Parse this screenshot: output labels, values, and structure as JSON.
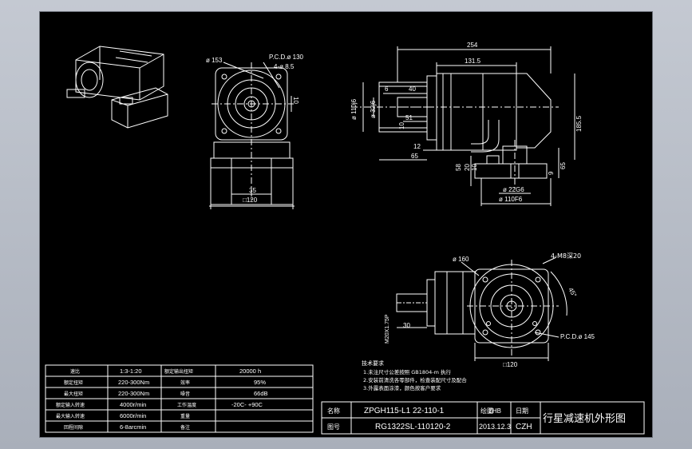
{
  "colors": {
    "background": "#000000",
    "bezel": "#b8bec8",
    "lines": "#ffffff",
    "border": "#8a9099"
  },
  "views": {
    "front": {
      "d153": "ø 153",
      "pcd": "P.C.D.ø 130",
      "holes": "4-ø 8.5",
      "key": "10",
      "d35": "35",
      "sq120": "□120"
    },
    "side": {
      "len254": "254",
      "len131_5": "131.5",
      "d110": "ø 110j6",
      "d32": "ø 32j6",
      "k6": "6",
      "k40": "40",
      "k51": "51",
      "k10": "10",
      "k12": "12",
      "k65": "65",
      "h185": "185.5",
      "h65b": "65",
      "d58": "58",
      "d20": "20",
      "d10": "10",
      "d9": "9",
      "d22": "ø 22G6",
      "d110f6": "ø 110F6"
    },
    "motor": {
      "d160": "ø 160",
      "tap": "4-M8深20",
      "ang": "45°",
      "pcd145": "P.C.D.ø 145",
      "sq120": "□120",
      "d30": "30",
      "m20": "M20X1.75P"
    }
  },
  "notes": {
    "heading": "技术要求",
    "lines": [
      "1.未注尺寸公差按照 GB1804-m 执行",
      "2.安装前清洗各零部件，检查装配尺寸及配合",
      "3.外露表面涂漆，颜色按客户要求"
    ]
  },
  "spec_table": {
    "rows": [
      [
        "速比",
        "1:3-1:20",
        "额定输出扭矩",
        "20000 h"
      ],
      [
        "额定扭矩",
        "220-300Nm",
        "效率",
        "95%"
      ],
      [
        "最大扭矩",
        "220-300Nm",
        "噪音",
        "66dB"
      ],
      [
        "额定输入转速",
        "4000r/min",
        "工作温度",
        "-20C- +90C"
      ],
      [
        "最大输入转速",
        "6000r/min",
        "重量",
        ""
      ],
      [
        "回程间隙",
        "6-8arcmin",
        "备注",
        ""
      ]
    ]
  },
  "title_block": {
    "name_label": "名称",
    "name_value": "ZPGH115-L1 22-110-1",
    "drawer_label": "绘图",
    "drawer_value": "",
    "sheet_label": "ZHB",
    "drawing_no_label": "图号",
    "drawing_no": "RG1322SL-110120-2",
    "date_label": "日期",
    "date": "2013.12.3",
    "author": "CZH",
    "title": "行星减速机外形图"
  }
}
